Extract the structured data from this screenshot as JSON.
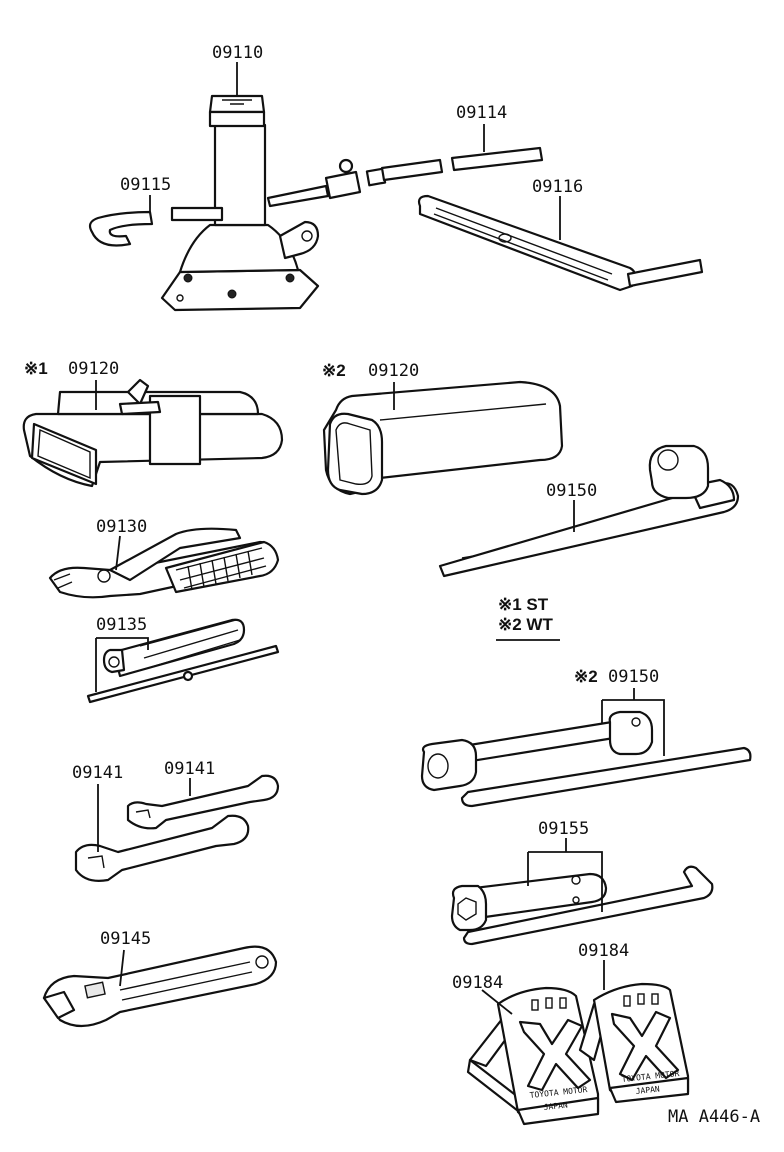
{
  "labels": {
    "jack": "09110",
    "jack_handle": "09114",
    "jack_hook": "09115",
    "jack_lever": "09116",
    "tool_bag_st_mark": "※1",
    "tool_bag_st": "09120",
    "tool_bag_wt_mark": "※2",
    "tool_bag_wt": "09120",
    "pliers": "09130",
    "screwdriver": "09135",
    "spanner_1": "09141",
    "spanner_2": "09141",
    "adjustable_wrench": "09145",
    "wheel_nut_wrench": "09150",
    "wheel_nut_wrench_wt_mark": "※2",
    "wheel_nut_wrench_wt": "09150",
    "socket_wrench": "09155",
    "wheel_chock_1": "09184",
    "wheel_chock_2": "09184"
  },
  "legend": {
    "st": "※1 ST",
    "wt": "※2 WT"
  },
  "chock_text": {
    "line1": "TOYOTA MOTOR",
    "line2": "JAPAN"
  },
  "footer": {
    "code": "MA A446-A"
  }
}
